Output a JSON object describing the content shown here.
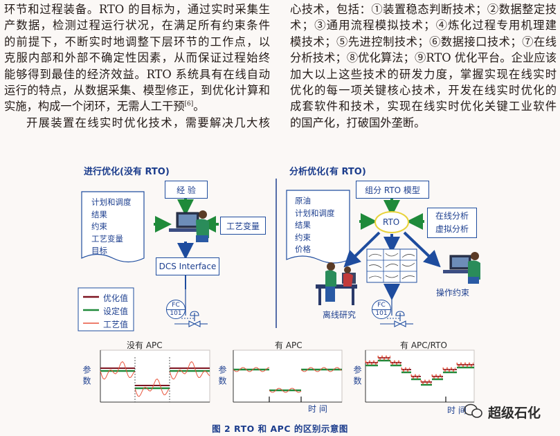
{
  "body_text": {
    "left_column": [
      "环节和过程装备。RTO 的目标为，通过实时采集生",
      "产数据，检测过程运行状况，在满足所有约束条件",
      "的前提下，不断实时地调整下层环节的工作点，以",
      "克服内部和外部不确定性因素，从而保证过程始终",
      "能够得到最佳的经济效益。RTO 系统具有在线自动",
      "运行的特点，从数据采集、模型修正，到优化计算和",
      "实施，构成一个闭环，无需人工干预",
      "开展装置在线实时优化技术，需要解决几大核"
    ],
    "citation": "[6]",
    "citation_end": "。",
    "right_column": [
      "心技术，包括：①装置稳态判断技术；②数据整定技",
      "术；③通用流程模拟技术；④炼化过程专用机理建",
      "模技术；⑤先进控制技术；⑥数据接口技术；⑦在线",
      "分析技术；⑧优化算法；⑨RTO 优化平台。企业应该",
      "加大以上这些技术的研发力度，掌握实现在线实时",
      "优化的每一项关键核心技术，开发在线实时优化的",
      "成套软件和技术，实现在线实时优化关键工业软件",
      "的国产化，打破国外垄断。"
    ]
  },
  "figure": {
    "left_panel": {
      "title": "进行优化(没有 RTO)",
      "experience_box": "经 验",
      "list_items": [
        "计划和调度",
        "结果",
        "约束",
        "工艺变量",
        "目标"
      ],
      "process_var_box": "工艺变量",
      "dcs_box": "DCS Interface",
      "fc_top": "FC",
      "fc_bottom": "101"
    },
    "legend": {
      "items": [
        {
          "label": "优化值",
          "color": "#7d1320"
        },
        {
          "label": "设定值",
          "color": "#1f8a3a"
        },
        {
          "label": "工艺值",
          "color": "#e8543c"
        }
      ]
    },
    "right_panel": {
      "title": "分析优化(有 RTO)",
      "model_box": "组分 RTO 模型",
      "rto_label": "RTO",
      "list_items": [
        "原油",
        "计划和调度",
        "结果",
        "约束",
        "价格"
      ],
      "analysis_box_lines": [
        "在线分析",
        "虚拟分析"
      ],
      "offline_label": "离线研究",
      "operation_label": "操作约束",
      "fc_top": "FC",
      "fc_bottom": "101"
    },
    "bottom_charts": [
      {
        "title": "没有 APC",
        "ylabel": "参 数",
        "xlabel": ""
      },
      {
        "title": "有 APC",
        "ylabel": "参 数",
        "xlabel": "时 间"
      },
      {
        "title": "有 APC/RTO",
        "ylabel": "参 数",
        "xlabel": "时 间"
      }
    ],
    "caption": "图 2  RTO 和 APC 的区别示意图"
  },
  "watermark": "超级石化",
  "colors": {
    "blue": "#1e4c9e",
    "green": "#1f8a3a",
    "dark_red": "#7d1320",
    "red": "#e8543c",
    "rto_yellow": "#e8d23a"
  }
}
